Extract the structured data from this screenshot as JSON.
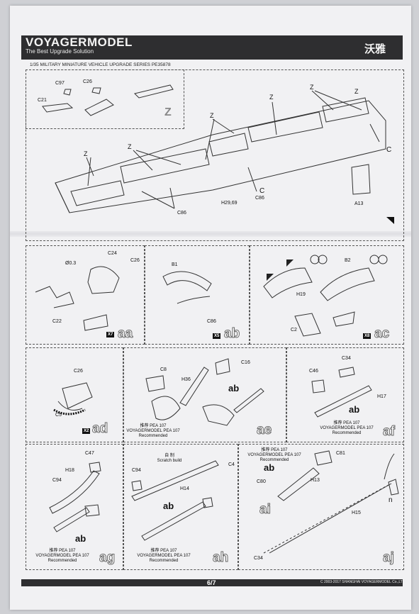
{
  "header": {
    "brand": "VOYAGERMODEL",
    "tagline": "The Best Upgrade Solution",
    "brand_cn": "沃雅",
    "series": "1/35 MILITARY MINIATURE VEHICLE UPGRADE SERIES PE35878"
  },
  "step_top": {
    "inset_labels": [
      "C97",
      "C26",
      "C21",
      "Z"
    ],
    "labels": [
      "Z",
      "Z",
      "Z",
      "Z",
      "Z",
      "Z",
      "C86",
      "C86",
      "H29,69",
      "C",
      "C",
      "A13"
    ]
  },
  "steps": [
    {
      "id": "aa",
      "labels": [
        "Ø0.3",
        "C24",
        "C26",
        "C22"
      ],
      "mult": "X7"
    },
    {
      "id": "ab",
      "labels": [
        "B1",
        "C86"
      ],
      "mult": "X5"
    },
    {
      "id": "ac",
      "labels": [
        "B2",
        "H19",
        "C2"
      ],
      "mult": "X8"
    },
    {
      "id": "ad",
      "labels": [
        "C26",
        "C5"
      ],
      "mult": "X2"
    },
    {
      "id": "ae",
      "labels": [
        "C8",
        "H36",
        "C16",
        "ab"
      ],
      "note_cn": "推荐 PEA 107",
      "note_en": "VOYAGERMODEL PEA 107",
      "note_rec": "Recommended"
    },
    {
      "id": "af",
      "labels": [
        "C34",
        "C46",
        "H17",
        "ab"
      ],
      "note_cn": "推荐 PEA 107",
      "note_en": "VOYAGERMODEL PEA 107",
      "note_rec": "Recommended"
    },
    {
      "id": "ag",
      "labels": [
        "C47",
        "H18",
        "C94",
        "ab"
      ],
      "note_cn": "推荐 PEA 107",
      "note_en": "VOYAGERMODEL PEA 107",
      "note_rec": "Recommended"
    },
    {
      "id": "ah",
      "labels": [
        "C94",
        "H14",
        "C4",
        "ab"
      ],
      "scratch_cn": "自 制",
      "scratch_en": "Scratch build",
      "note_cn": "推荐 PEA 107",
      "note_en": "VOYAGERMODEL PEA 107",
      "note_rec": "Recommended"
    },
    {
      "id": "ai",
      "labels": [
        "C81",
        "C80",
        "H13",
        "ab"
      ],
      "note_cn": "推荐 PEA 107",
      "note_en": "VOYAGERMODEL PEA 107",
      "note_rec": "Recommended"
    },
    {
      "id": "aj",
      "labels": [
        "H15",
        "n",
        "C34"
      ]
    }
  ],
  "footer": {
    "page": "6/7",
    "copyright": "C 2003-2017 SHANGHAI VOYAGERMODEL Co.,LTD."
  }
}
